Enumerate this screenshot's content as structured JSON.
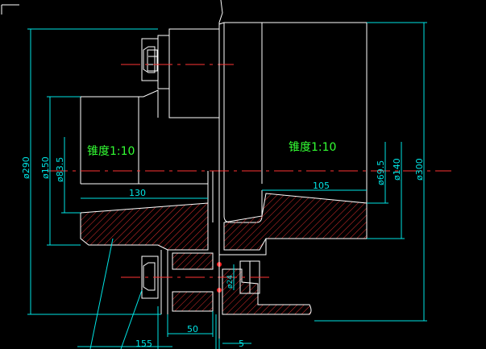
{
  "drawing": {
    "taper_note_left": "锥度1:10",
    "taper_note_right": "锥度1:10",
    "dims": {
      "d290": "ø290",
      "d150": "ø150",
      "d835": "ø83.5",
      "len130": "130",
      "len105": "105",
      "d695": "ø69.5",
      "d140": "ø140",
      "d300": "ø300",
      "len155": "155",
      "len50": "50",
      "len5": "5",
      "small": "ø24"
    }
  },
  "colors": {
    "background": "#000000",
    "outline": "#ffffff",
    "dimension": "#00e5e5",
    "centerline": "#ff3333",
    "hatch": "#e03030",
    "text": "#33ff33"
  }
}
